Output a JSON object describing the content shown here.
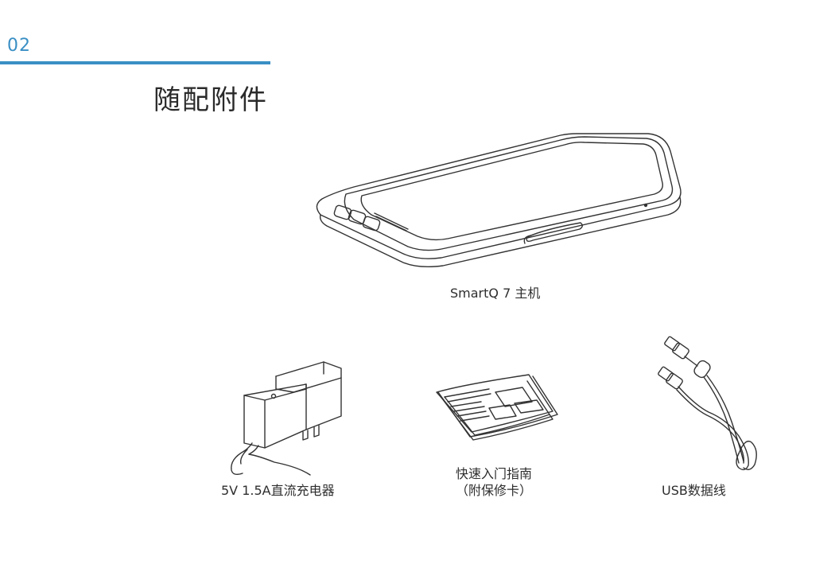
{
  "header": {
    "page_number": "02",
    "title": "随配附件"
  },
  "items": [
    {
      "caption": "SmartQ 7 主机",
      "icon": "tablet-icon"
    },
    {
      "caption": "5V 1.5A直流充电器",
      "icon": "charger-icon"
    },
    {
      "caption_line1": "快速入门指南",
      "caption_line2": "（附保修卡）",
      "icon": "booklet-icon"
    },
    {
      "caption": "USB数据线",
      "icon": "usb-cable-icon"
    }
  ],
  "colors": {
    "accent": "#3a8fc4",
    "line_art": "#333333"
  }
}
